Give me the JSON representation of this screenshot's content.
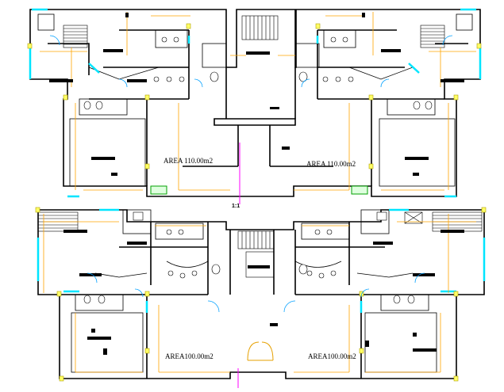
{
  "drawing": {
    "type": "architectural floor plan",
    "upper_floor": {
      "left_unit_area": "AREA 110.00m2",
      "right_unit_area": "AREA 110.00m2"
    },
    "lower_floor": {
      "left_unit_area": "AREA100.00m2",
      "right_unit_area": "AREA100.00m2"
    },
    "section_marker": "1:1"
  },
  "colors": {
    "wall": "#000000",
    "dimension": "#ffa500",
    "window": "#00e5ff",
    "column": "#e6e600",
    "fixture": "#ff00ff",
    "green_element": "#00a000"
  }
}
